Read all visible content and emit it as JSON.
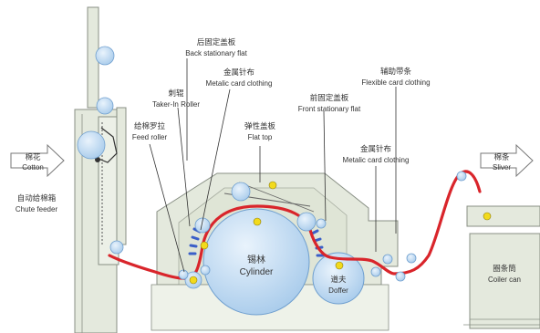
{
  "labels": {
    "back_flat_zh": "后固定盖板",
    "back_flat_en": "Back stationary flat",
    "metalic1_zh": "金属针布",
    "metalic1_en": "Metalic card clothing",
    "takerin_zh": "刺辊",
    "takerin_en": "Taker-In Roller",
    "feed_zh": "给棉罗拉",
    "feed_en": "Feed roller",
    "flattop_zh": "弹性盖板",
    "flattop_en": "Flat top",
    "front_flat_zh": "前固定盖板",
    "front_flat_en": "Front stationary flat",
    "flexible_zh": "辅助带条",
    "flexible_en": "Flexible card clothing",
    "metalic2_zh": "金属针布",
    "metalic2_en": "Metalic card clothing",
    "cotton_zh": "棉花",
    "cotton_en": "Cotton",
    "sliver_zh": "棉条",
    "sliver_en": "Sliver",
    "chute_zh": "自动给棉箱",
    "chute_en": "Chute feeder",
    "cylinder_zh": "锡林",
    "cylinder_en": "Cylinder",
    "doffer_zh": "道夫",
    "doffer_en": "Doffer",
    "coiler_zh": "圈条筒",
    "coiler_en": "Coiler can"
  },
  "colors": {
    "machine": "#e4e9dd",
    "outline": "#888f84",
    "sliver": "#d9252b",
    "roller": "#b9d6f1",
    "roller_edge": "#6f9fcf",
    "clothing": "#3a5fc8",
    "dot": "#f2da1c"
  }
}
